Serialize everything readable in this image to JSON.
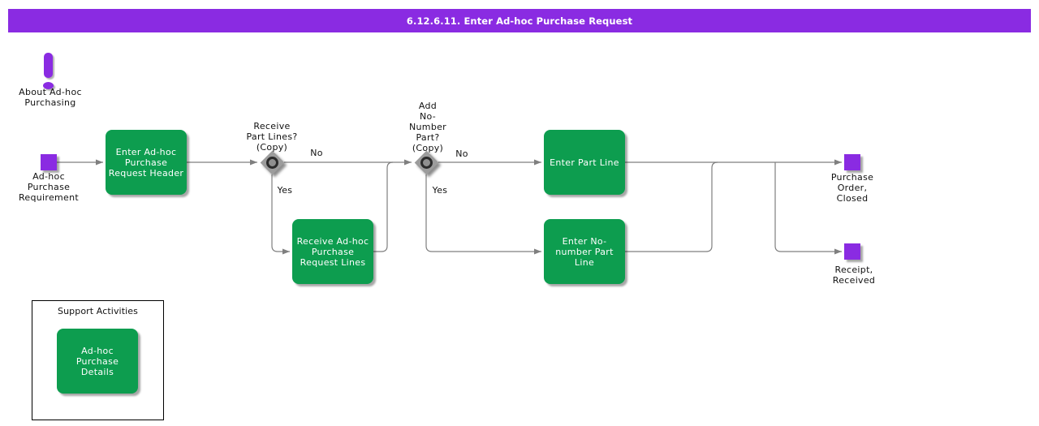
{
  "header": {
    "title": "6.12.6.11. Enter Ad-hoc Purchase Request"
  },
  "colors": {
    "accent_purple": "#8A2BE2",
    "activity_green": "#0D9D4F",
    "connector_gray": "#7F7F7F",
    "diamond_gray": "#9C9C9C"
  },
  "diagram": {
    "about_note": {
      "icon": "exclamation-icon",
      "label": "About Ad-hoc\nPurchasing"
    },
    "start_event": {
      "label": "Ad-hoc\nPurchase\nRequirement"
    },
    "activities": {
      "enter_header": {
        "label": "Enter Ad-hoc\nPurchase\nRequest Header"
      },
      "receive_lines": {
        "label": "Receive Ad-hoc\nPurchase\nRequest Lines"
      },
      "enter_part_line": {
        "label": "Enter Part Line"
      },
      "enter_no_number_part_line": {
        "label": "Enter No-\nnumber Part\nLine"
      }
    },
    "decisions": {
      "receive_part_lines": {
        "label": "Receive\nPart Lines?\n(Copy)",
        "no_label": "No",
        "yes_label": "Yes"
      },
      "add_no_number_part": {
        "label": "Add\nNo-\nNumber\nPart?\n(Copy)",
        "no_label": "No",
        "yes_label": "Yes"
      }
    },
    "end_events": {
      "purchase_order_closed": {
        "label": "Purchase\nOrder,\nClosed"
      },
      "receipt_received": {
        "label": "Receipt,\nReceived"
      }
    },
    "support": {
      "title": "Support Activities",
      "activity_label": "Ad-hoc Purchase\nDetails"
    }
  }
}
